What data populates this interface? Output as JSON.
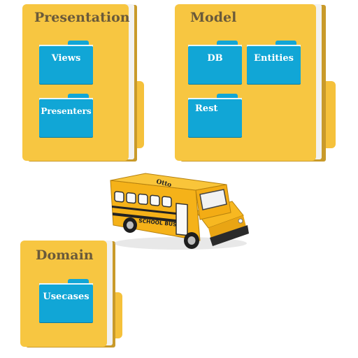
{
  "folders": {
    "presentation": {
      "title": "Presentation",
      "items": [
        "Views",
        "Presenters"
      ]
    },
    "model": {
      "title": "Model",
      "items": [
        "DB",
        "Entities",
        "Rest"
      ]
    },
    "domain": {
      "title": "Domain",
      "items": [
        "Usecases"
      ]
    }
  },
  "bus": {
    "roof_label": "Otto",
    "side_label": "SCHOOL BUS"
  },
  "colors": {
    "folder": "#f7c641",
    "subfolder": "#11a6d6",
    "title_text": "#6a5a3a",
    "bus_yellow": "#f5b219"
  }
}
